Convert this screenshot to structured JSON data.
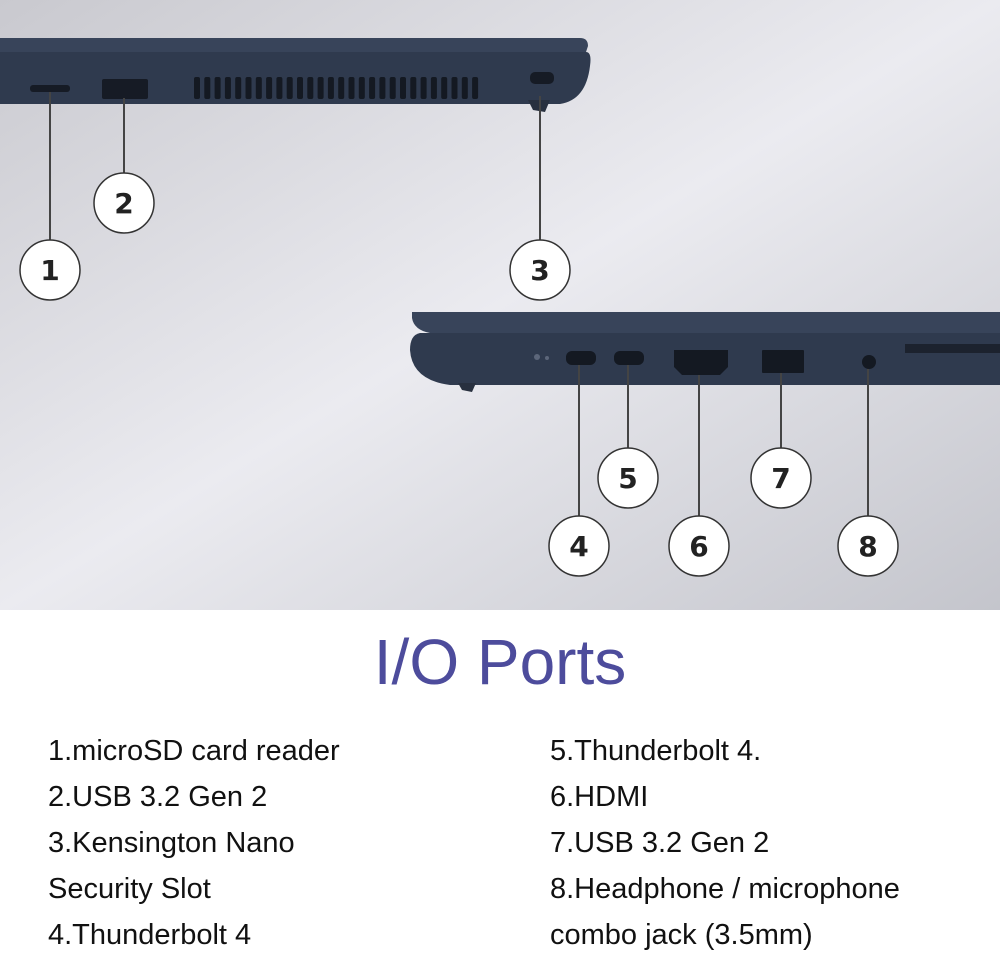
{
  "callouts": [
    "1",
    "2",
    "3",
    "4",
    "5",
    "6",
    "7",
    "8"
  ],
  "title": "I/O Ports",
  "ports_left": [
    "1.microSD card reader",
    "2.USB 3.2 Gen 2",
    "3.Kensington Nano",
    "Security Slot",
    "4.Thunderbolt 4"
  ],
  "ports_right": [
    "5.Thunderbolt 4.",
    "6.HDMI",
    "7.USB 3.2 Gen 2",
    "8.Headphone / microphone",
    "combo jack (3.5mm)"
  ],
  "colors": {
    "title": "#4d4c9c",
    "laptop": "#2f3a4e"
  }
}
